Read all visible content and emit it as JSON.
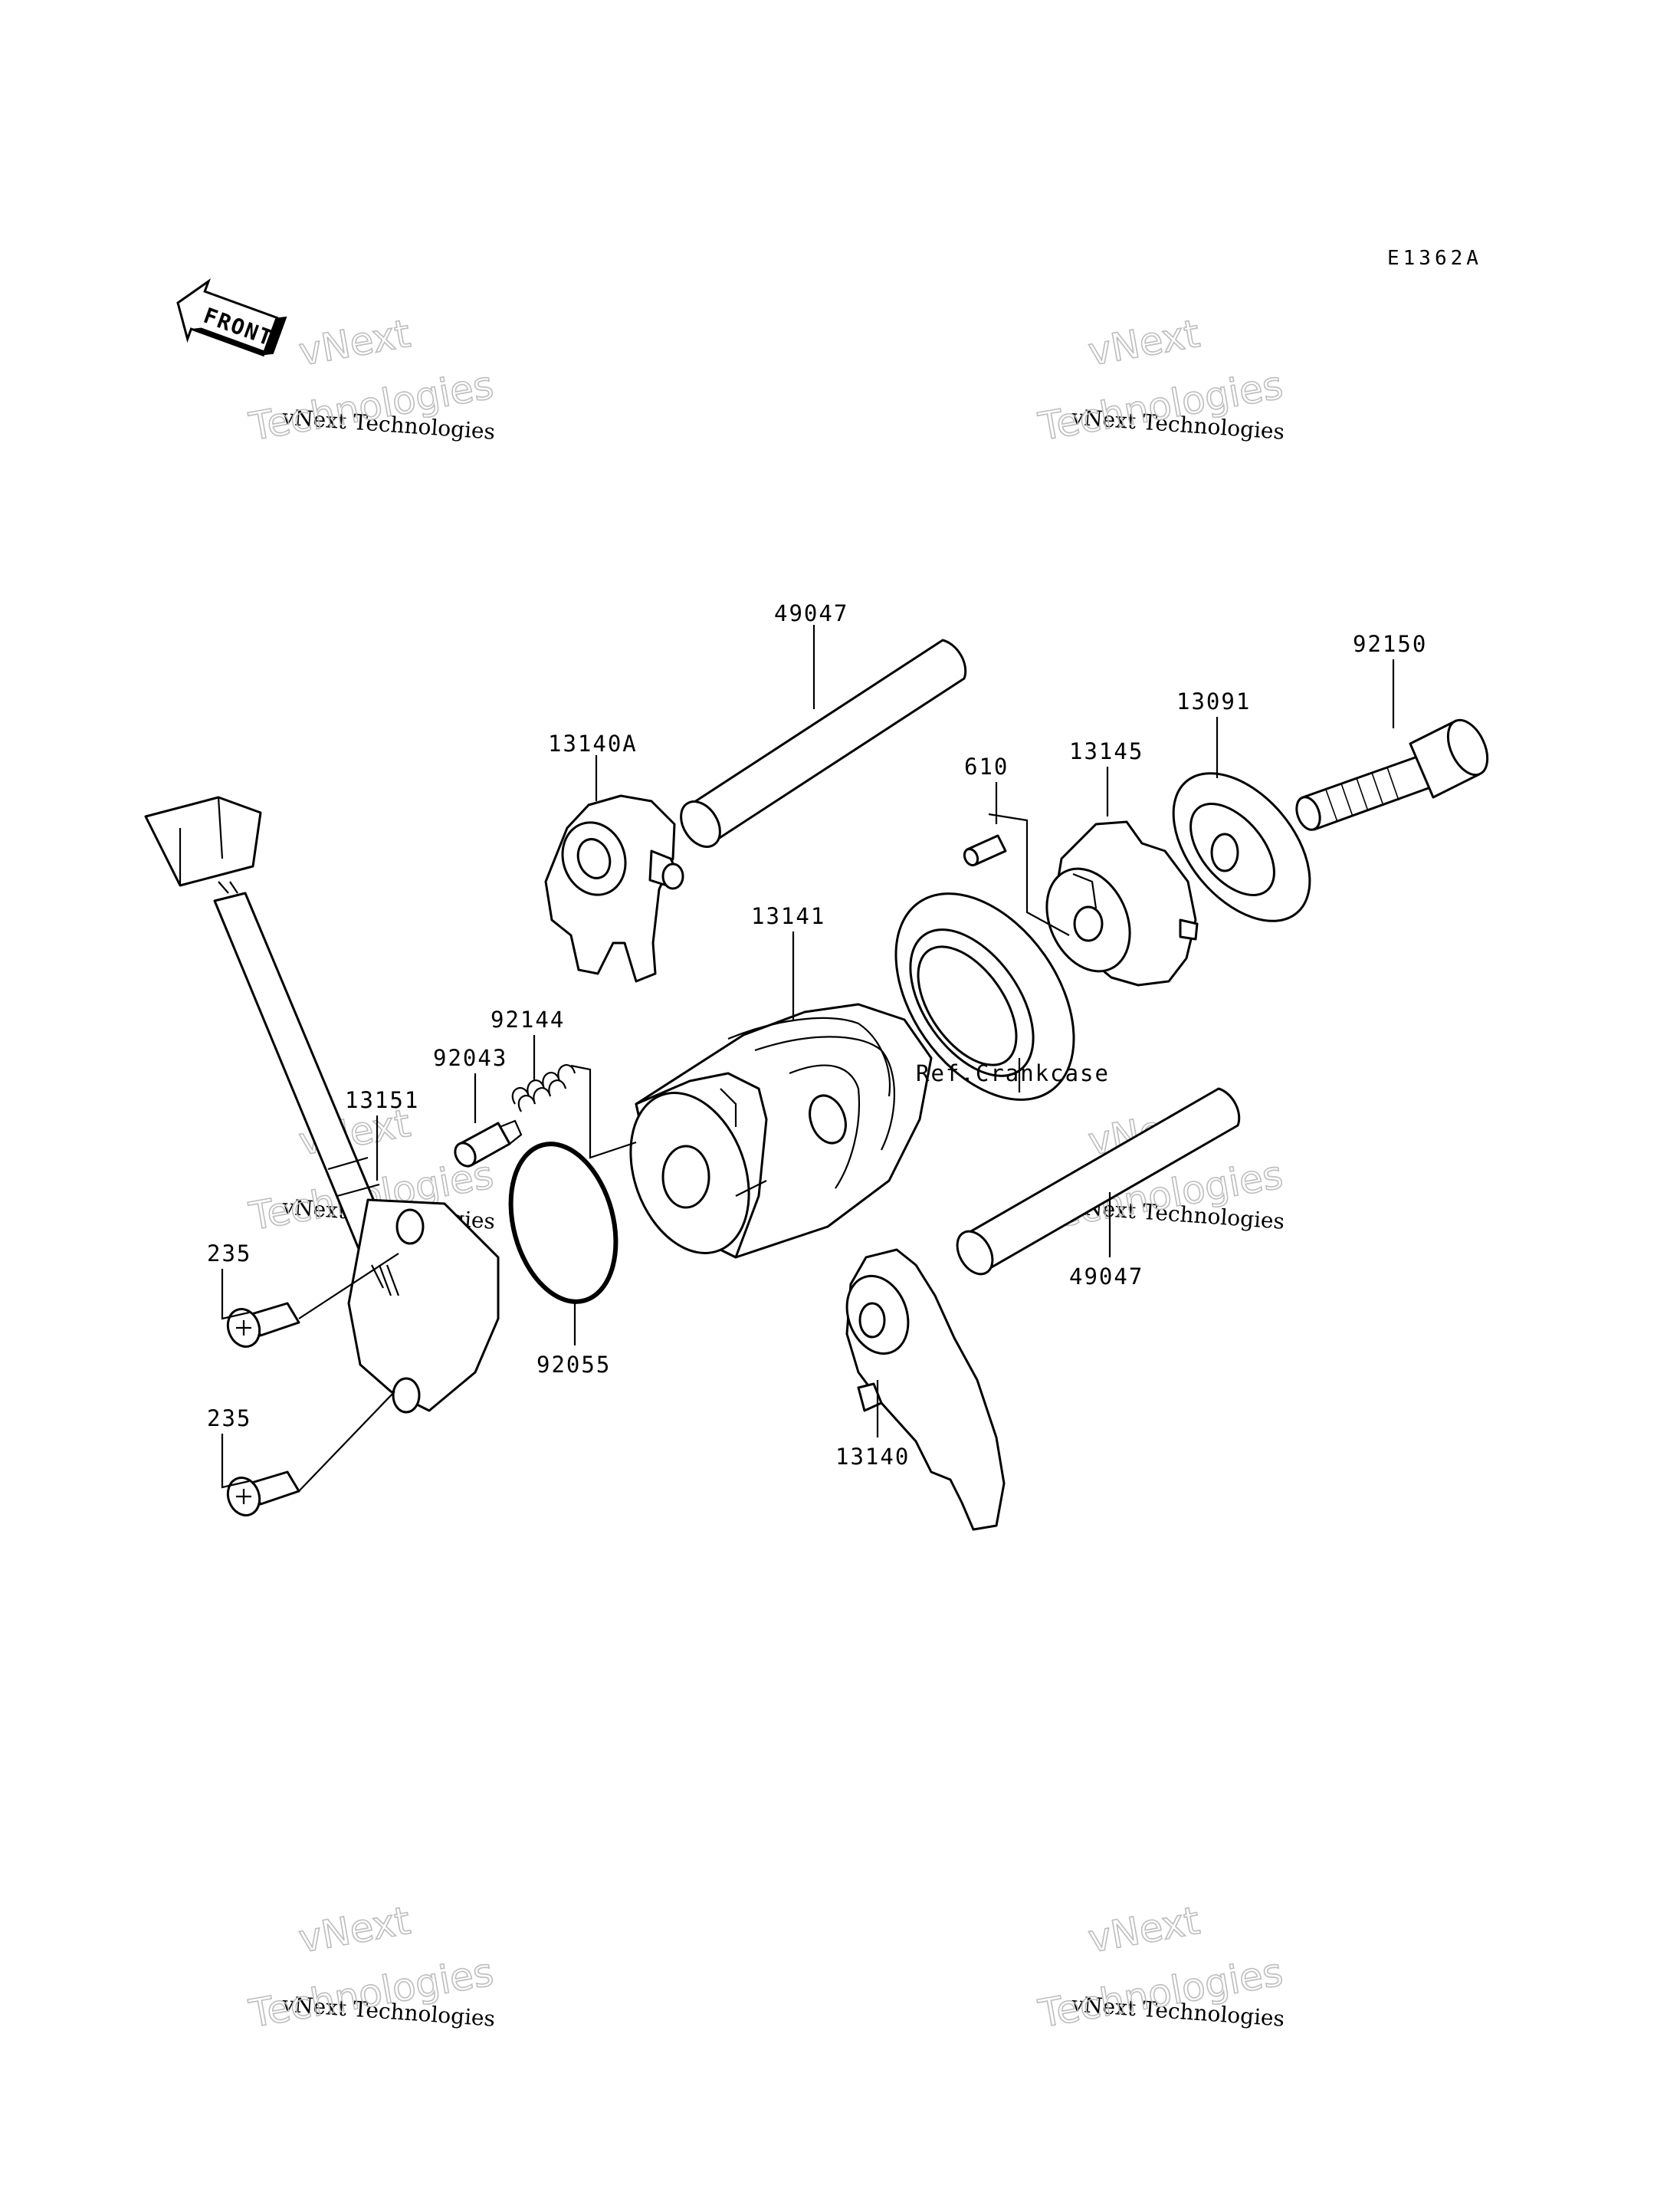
{
  "diagram": {
    "code": "E1362A",
    "front_label": "FRONT",
    "reference_note": "Ref.Crankcase",
    "watermarks": [
      {
        "line1": "vNext",
        "line2": "vNext Technologies",
        "line3": "Technologies"
      },
      {
        "line1": "vNext",
        "line2": "vNext Technologies",
        "line3": "Technologies"
      },
      {
        "line1": "vNext",
        "line2": "vNext Technologies",
        "line3": "Technologies"
      },
      {
        "line1": "vNext",
        "line2": "vNext Technologies",
        "line3": "Technologies"
      },
      {
        "line1": "vNext",
        "line2": "vNext Technologies",
        "line3": "Technologies"
      },
      {
        "line1": "vNext",
        "line2": "vNext Technologies",
        "line3": "Technologies"
      }
    ],
    "callouts": {
      "shaft_top": "49047",
      "fork_top": "13140A",
      "pin": "610",
      "plate": "13145",
      "washer": "13091",
      "bolt": "92150",
      "drum": "13141",
      "spring": "92144",
      "plunger": "92043",
      "sensor": "13151",
      "oring": "92055",
      "screw_top": "235",
      "screw_bottom": "235",
      "shaft_bottom": "49047",
      "fork_bottom": "13140"
    }
  }
}
